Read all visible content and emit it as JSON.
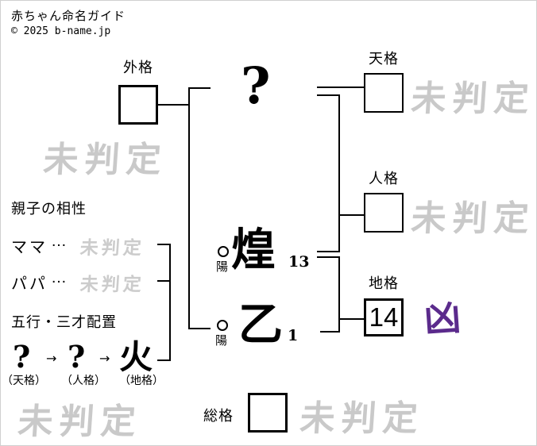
{
  "header": {
    "title": "赤ちゃん命名ガイド",
    "copyright": "© 2025 b-name.jp"
  },
  "colors": {
    "undetermined_gray": "#c9c9c9",
    "kyo_purple": "#5b2b8c",
    "line_black": "#000000"
  },
  "kaku": {
    "gaikaku": {
      "label": "外格",
      "value": "",
      "status": "未判定"
    },
    "tenkaku": {
      "label": "天格",
      "value": "",
      "status": "未判定"
    },
    "jinkaku": {
      "label": "人格",
      "value": "",
      "status": "未判定"
    },
    "chikaku": {
      "label": "地格",
      "value": "14",
      "status": "凶"
    },
    "soukaku": {
      "label": "総格",
      "value": "",
      "status": "未判定"
    }
  },
  "name": {
    "surname_char": {
      "char": "?"
    },
    "given_chars": [
      {
        "char": "煌",
        "strokes": "13",
        "inyo": "陽"
      },
      {
        "char": "乙",
        "strokes": "1",
        "inyo": "陽"
      }
    ]
  },
  "compatibility": {
    "heading": "親子の相性",
    "rows": [
      {
        "label": "ママ",
        "dots": "…",
        "status": "未判定"
      },
      {
        "label": "パパ",
        "dots": "…",
        "status": "未判定"
      }
    ]
  },
  "gogyo": {
    "heading": "五行・三才配置",
    "elements": [
      "?",
      "?",
      "火"
    ],
    "arrow": "→",
    "labels": [
      "（天格）",
      "（人格）",
      "（地格）"
    ]
  },
  "watermark_bottom_left": "未判定"
}
